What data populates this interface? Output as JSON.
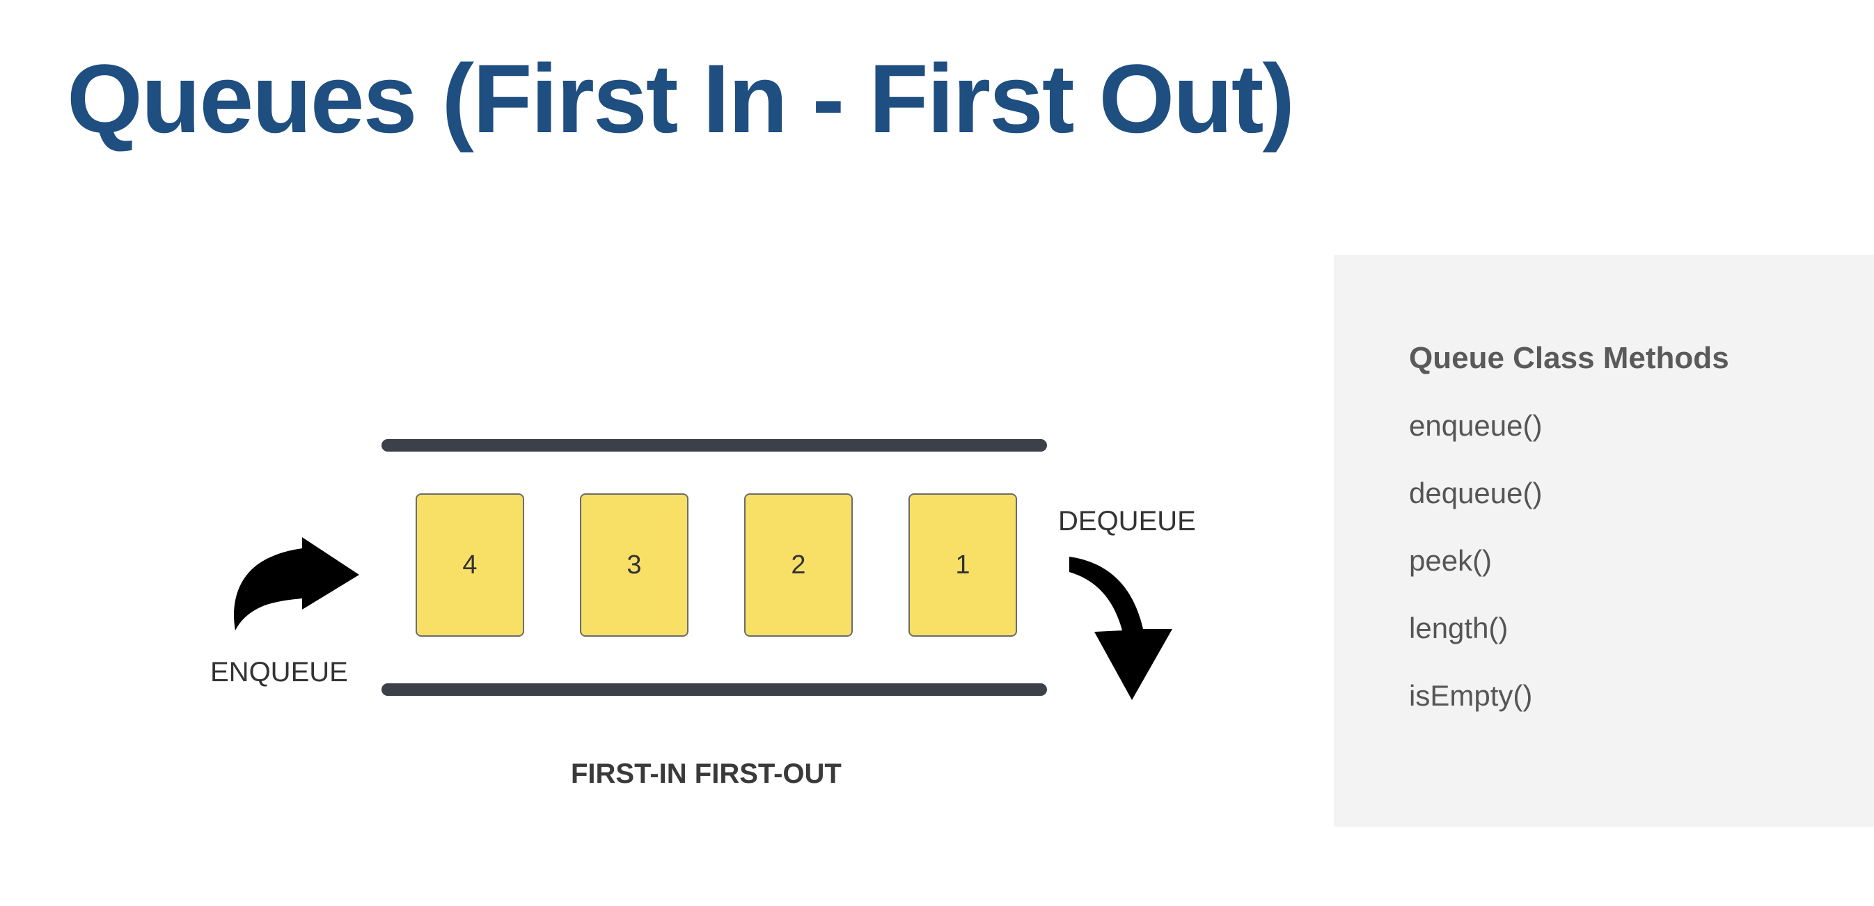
{
  "slide": {
    "title": "Queues (First In - First Out)"
  },
  "diagram": {
    "items": [
      "4",
      "3",
      "2",
      "1"
    ],
    "enqueue_label": "ENQUEUE",
    "dequeue_label": "DEQUEUE",
    "caption": "FIRST-IN FIRST-OUT",
    "colors": {
      "item_fill": "#f8e066",
      "rail": "#3c4049",
      "arrow": "#000000"
    },
    "icons": [
      "curved-right-arrow-icon",
      "curved-down-arrow-icon"
    ]
  },
  "methods": {
    "title": "Queue Class Methods",
    "items": [
      "enqueue()",
      "dequeue()",
      "peek()",
      "length()",
      "isEmpty()"
    ]
  },
  "theme": {
    "title_color": "#1f4e80",
    "panel_bg": "#f3f3f3"
  }
}
